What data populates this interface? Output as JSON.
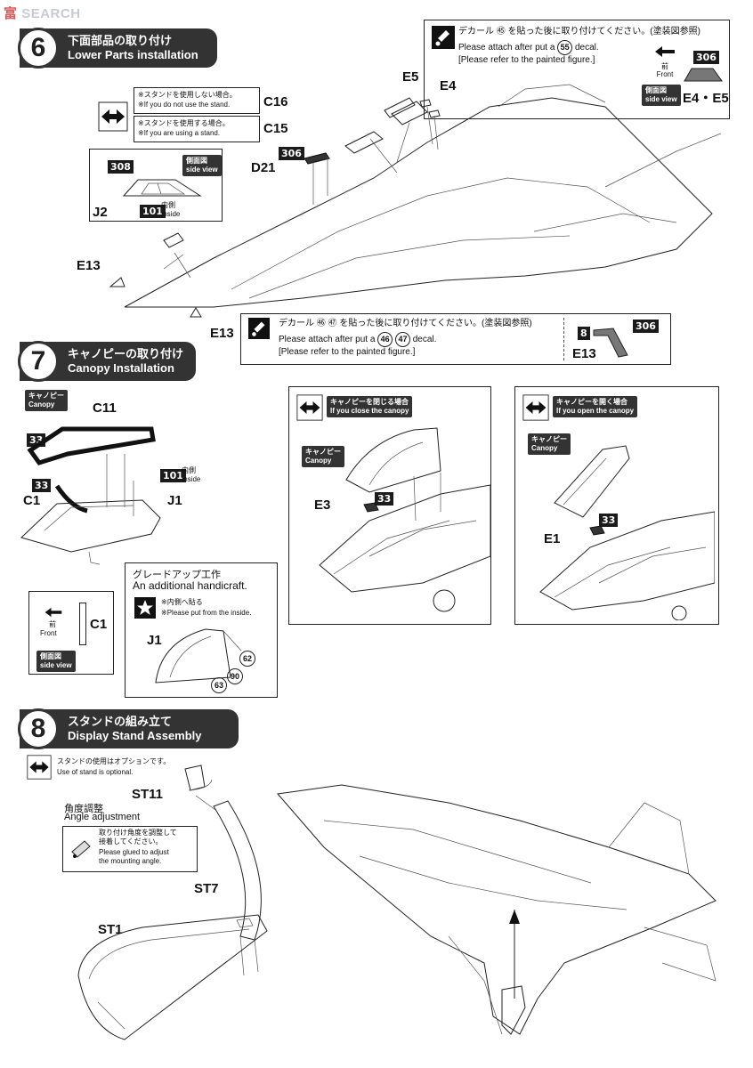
{
  "watermark": {
    "prefix": "富",
    "text": "SEARCH"
  },
  "step6": {
    "number": "6",
    "title_jp": "下面部品の取り付け",
    "title_en": "Lower Parts installation",
    "option_a_jp": "※スタンドを使用しない場合。",
    "option_a_en": "※If you do not use the stand.",
    "option_a_part": "C16",
    "option_b_jp": "※スタンドを使用する場合。",
    "option_b_en": "※If you are using a stand.",
    "option_b_part": "C15",
    "decal_note_jp": "デカール ㊺ を貼った後に取り付けてください。(塗装図参照)",
    "decal_note_en1": "Please attach after put a",
    "decal_num": "55",
    "decal_note_en2": "decal.",
    "decal_note_en3": "[Please refer to the painted figure.]",
    "front_jp": "前",
    "front_en": "Front",
    "side_view_jp": "側面図",
    "side_view_en": "side view",
    "color_306": "306",
    "parts_e4e5": "E4・E5",
    "label_e5": "E5",
    "label_e4": "E4",
    "label_d21": "D21",
    "color_306b": "306",
    "j2_color": "308",
    "j2_side_jp": "側面図",
    "j2_side_en": "side view",
    "j2_inside_num": "101",
    "j2_inside_jp": "内側",
    "j2_inside_en": "Inside",
    "label_j2": "J2",
    "label_e13a": "E13",
    "label_e13b": "E13",
    "decal2_note_jp": "デカール ㊻ ㊼ を貼った後に取り付けてください。(塗装図参照)",
    "decal2_note_en1": "Please attach after put a",
    "decal2_num_a": "46",
    "decal2_num_b": "47",
    "decal2_note_en2": "decal.",
    "decal2_note_en3": "[Please refer to the painted figure.]",
    "e13_color_a": "8",
    "e13_color_b": "306",
    "e13_label": "E13"
  },
  "step7": {
    "number": "7",
    "title_jp": "キャノピーの取り付け",
    "title_en": "Canopy Installation",
    "canopy_jp": "キャノピー",
    "canopy_en": "Canopy",
    "label_c11": "C11",
    "color_33a": "33",
    "color_33b": "33",
    "label_c1": "C1",
    "inside_num": "101",
    "inside_jp": "内側",
    "inside_en": "Inside",
    "label_j1": "J1",
    "front_jp": "前",
    "front_en": "Front",
    "c1_label": "C1",
    "side_view_jp": "側面図",
    "side_view_en": "side view",
    "handicraft_jp": "グレードアップ工作",
    "handicraft_en": "An additional handicraft.",
    "inside_note_jp": "※内側へ貼る",
    "inside_note_en": "※Please put from the inside.",
    "hc_j1": "J1",
    "hc_62": "62",
    "hc_90": "90",
    "hc_63": "63",
    "closed_jp": "キャノピーを閉じる場合",
    "closed_en": "If you close the canopy",
    "closed_canopy_jp": "キャノピー",
    "closed_canopy_en": "Canopy",
    "closed_e3": "E3",
    "closed_33": "33",
    "open_jp": "キャノピーを開く場合",
    "open_en": "If you open the canopy",
    "open_canopy_jp": "キャノピー",
    "open_canopy_en": "Canopy",
    "open_e1": "E1",
    "open_33": "33"
  },
  "step8": {
    "number": "8",
    "title_jp": "スタンドの組み立て",
    "title_en": "Display Stand Assembly",
    "optional_jp": "スタンドの使用はオプションです。",
    "optional_en": "Use of stand is optional.",
    "label_st11": "ST11",
    "angle_jp": "角度調整",
    "angle_en": "Angle adjustment",
    "glue_jp1": "取り付け角度を調整して",
    "glue_jp2": "接着してください。",
    "glue_en1": "Please glued to adjust",
    "glue_en2": "the mounting angle.",
    "label_st7": "ST7",
    "label_st1": "ST1"
  }
}
